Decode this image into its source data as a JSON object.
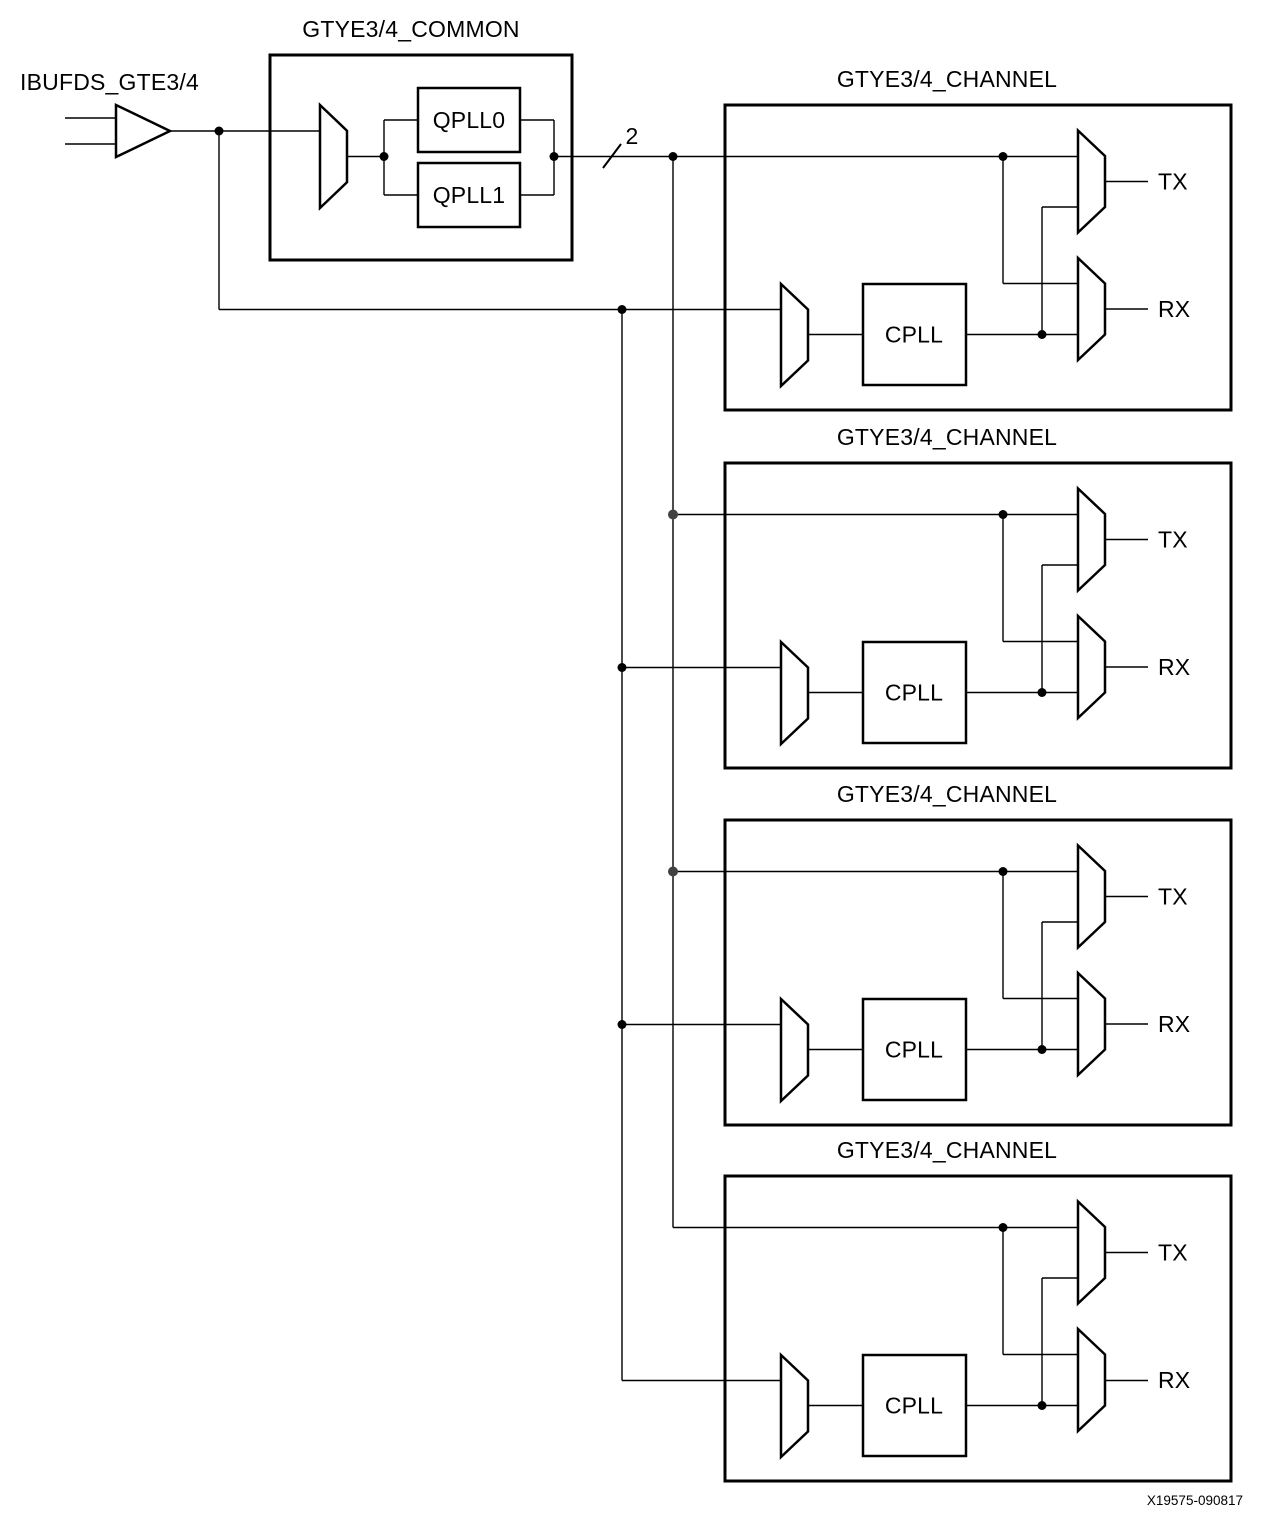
{
  "diagram": {
    "input_buffer": {
      "label": "IBUFDS_GTE3/4"
    },
    "common_block": {
      "title": "GTYE3/4_COMMON",
      "pll_boxes": [
        "QPLL0",
        "QPLL1"
      ],
      "output_bus_width": "2"
    },
    "channels": [
      {
        "title": "GTYE3/4_CHANNEL",
        "pll_label": "CPLL",
        "tx_label": "TX",
        "rx_label": "RX"
      },
      {
        "title": "GTYE3/4_CHANNEL",
        "pll_label": "CPLL",
        "tx_label": "TX",
        "rx_label": "RX"
      },
      {
        "title": "GTYE3/4_CHANNEL",
        "pll_label": "CPLL",
        "tx_label": "TX",
        "rx_label": "RX"
      },
      {
        "title": "GTYE3/4_CHANNEL",
        "pll_label": "CPLL",
        "tx_label": "TX",
        "rx_label": "RX"
      }
    ],
    "figure_code": "X19575-090817",
    "colors": {
      "line": "#000000",
      "junction_gray": "#414141",
      "background": "#ffffff"
    }
  }
}
